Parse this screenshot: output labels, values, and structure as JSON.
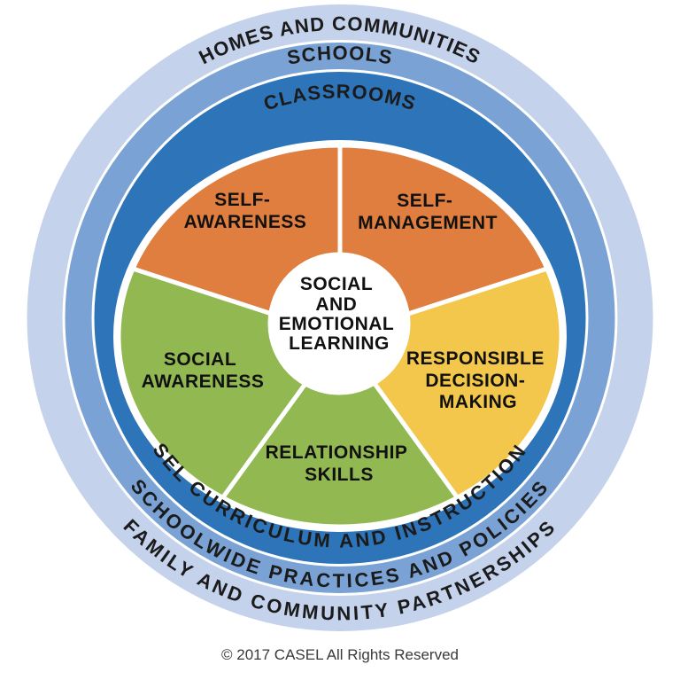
{
  "diagram": {
    "kind": "casel-sel-wheel",
    "center": {
      "lines": [
        "SOCIAL",
        "AND",
        "EMOTIONAL",
        "LEARNING"
      ],
      "bg_color": "#ffffff"
    },
    "competencies": [
      {
        "name": "self-awareness",
        "lines": [
          "SELF-",
          "AWARENESS"
        ],
        "color": "#df7e3e"
      },
      {
        "name": "self-management",
        "lines": [
          "SELF-",
          "MANAGEMENT"
        ],
        "color": "#df7e3e"
      },
      {
        "name": "responsible-decision-making",
        "lines": [
          "RESPONSIBLE",
          "DECISION-",
          "MAKING"
        ],
        "color": "#f2c74b"
      },
      {
        "name": "relationship-skills",
        "lines": [
          "RELATIONSHIP",
          "SKILLS"
        ],
        "color": "#92b852"
      },
      {
        "name": "social-awareness",
        "lines": [
          "SOCIAL",
          "AWARENESS"
        ],
        "color": "#92b852"
      }
    ],
    "rings": [
      {
        "name": "classrooms",
        "top_label": "CLASSROOMS",
        "bottom_label": "SEL CURRICULUM AND INSTRUCTION",
        "color": "#2e74b9"
      },
      {
        "name": "schools",
        "top_label": "SCHOOLS",
        "bottom_label": "SCHOOLWIDE PRACTICES AND POLICIES",
        "color": "#7aa2d4"
      },
      {
        "name": "homes-and-communities",
        "top_label": "HOMES AND COMMUNITIES",
        "bottom_label": "FAMILY AND COMMUNITY PARTNERSHIPS",
        "color": "#c4d2ec"
      }
    ],
    "separator_color": "#ffffff",
    "text_color": "#1b1b1b",
    "footer": "© 2017 CASEL All Rights Reserved"
  }
}
